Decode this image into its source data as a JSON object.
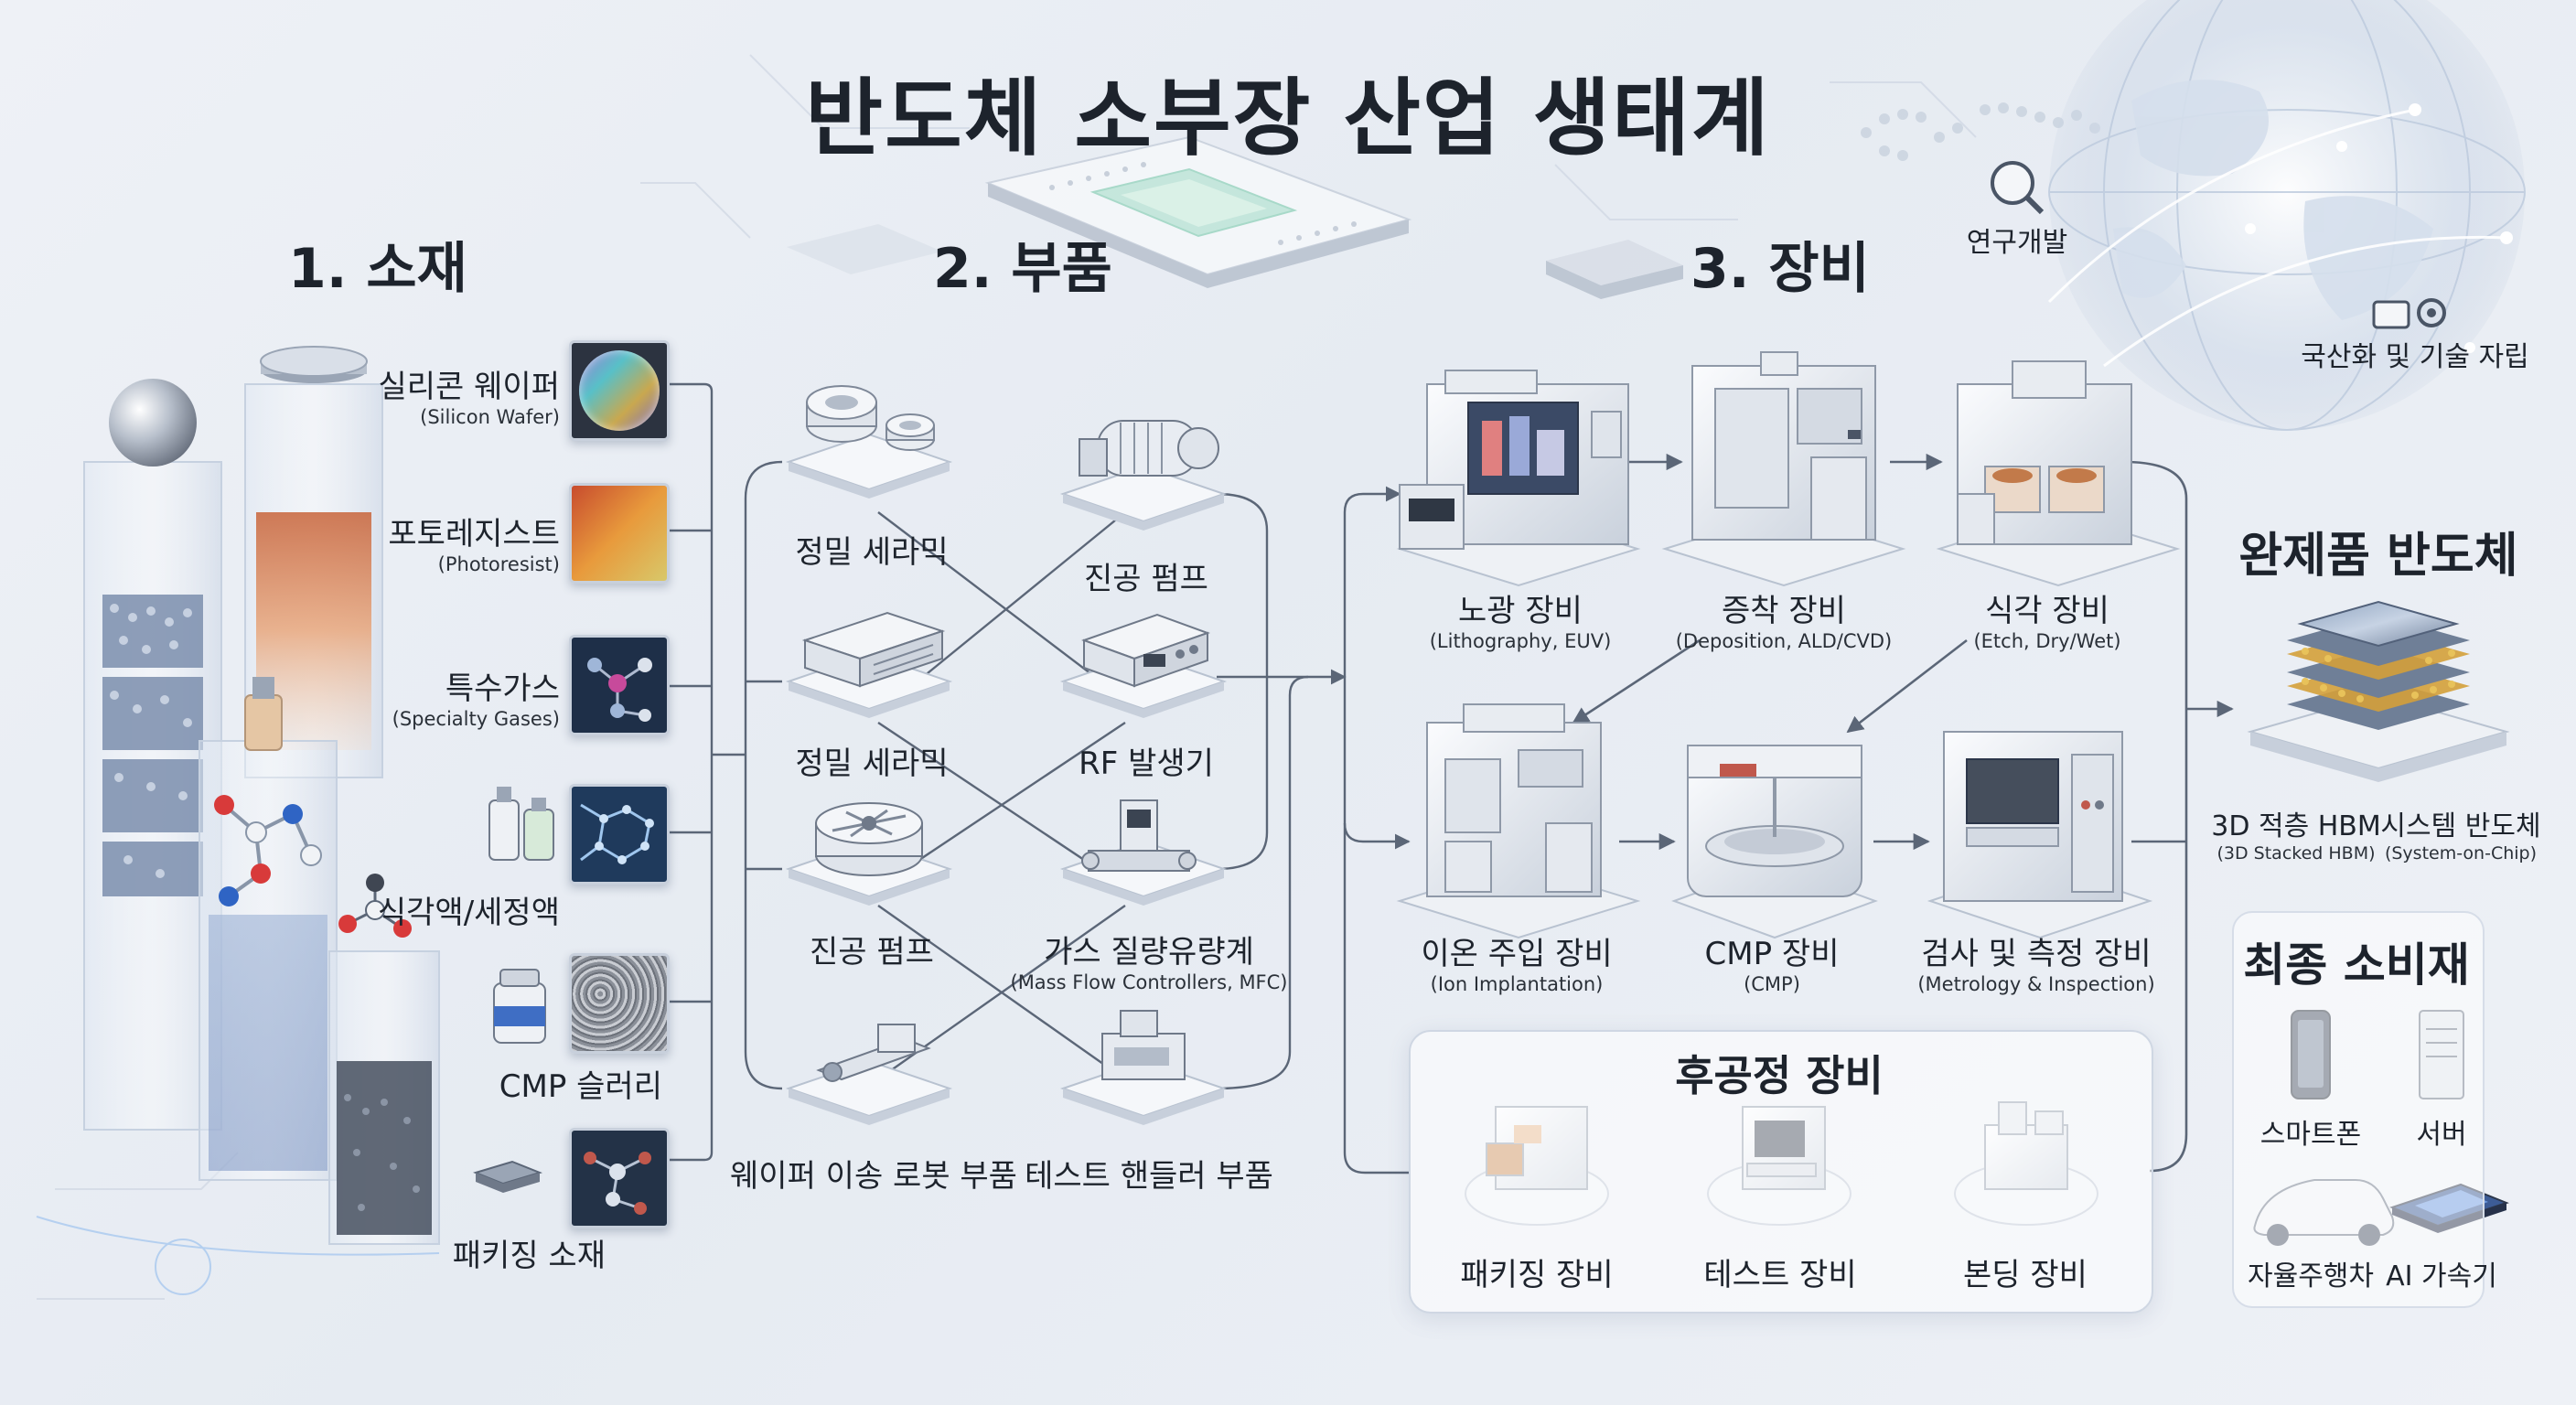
{
  "title": "반도체 소부장 산업 생태계",
  "sections": {
    "materials": "1. 소재",
    "components": "2. 부품",
    "equipment": "3. 장비",
    "finished": "완제품 반도체",
    "consumers": "최종 소비재",
    "back_end": "후공정 장비"
  },
  "top_right": {
    "rnd": "연구개발",
    "localization": "국산화 및 기술 자립"
  },
  "materials": [
    {
      "name": "실리콘 웨이퍼",
      "en": "(Silicon Wafer)"
    },
    {
      "name": "포토레지스트",
      "en": "(Photoresist)"
    },
    {
      "name": "특수가스",
      "en": "(Specialty Gases)"
    },
    {
      "name": "식각액/세정액",
      "en": ""
    },
    {
      "name": "CMP 슬러리",
      "en": ""
    },
    {
      "name": "패키징 소재",
      "en": ""
    }
  ],
  "components": [
    {
      "name": "정밀 세라믹",
      "en": ""
    },
    {
      "name": "진공 펌프",
      "en": ""
    },
    {
      "name": "정밀 세라믹",
      "en": ""
    },
    {
      "name": "RF 발생기",
      "en": ""
    },
    {
      "name": "진공 펌프",
      "en": ""
    },
    {
      "name": "가스 질량유량계",
      "en": "(Mass Flow Controllers, MFC)"
    },
    {
      "name": "웨이퍼 이송 로봇 부품",
      "en": ""
    },
    {
      "name": "테스트 핸들러 부품",
      "en": ""
    }
  ],
  "equipment": [
    {
      "name": "노광 장비",
      "en": "(Lithography, EUV)"
    },
    {
      "name": "증착 장비",
      "en": "(Deposition, ALD/CVD)"
    },
    {
      "name": "식각 장비",
      "en": "(Etch, Dry/Wet)"
    },
    {
      "name": "이온 주입 장비",
      "en": "(Ion Implantation)"
    },
    {
      "name": "CMP 장비",
      "en": "(CMP)"
    },
    {
      "name": "검사 및 측정 장비",
      "en": "(Metrology & Inspection)"
    }
  ],
  "back_end_items": [
    "패키징 장비",
    "테스트 장비",
    "본딩 장비"
  ],
  "finished_products": [
    {
      "name": "3D 적층 HBM",
      "en": "(3D Stacked HBM)"
    },
    {
      "name": "시스템 반도체",
      "en": "(System-on-Chip)"
    }
  ],
  "consumer_items": [
    "스마트폰",
    "서버",
    "자율주행차",
    "AI 가속기"
  ],
  "colors": {
    "line": "#5b6677",
    "accent": "#4a76c8",
    "text": "#1d232c"
  }
}
